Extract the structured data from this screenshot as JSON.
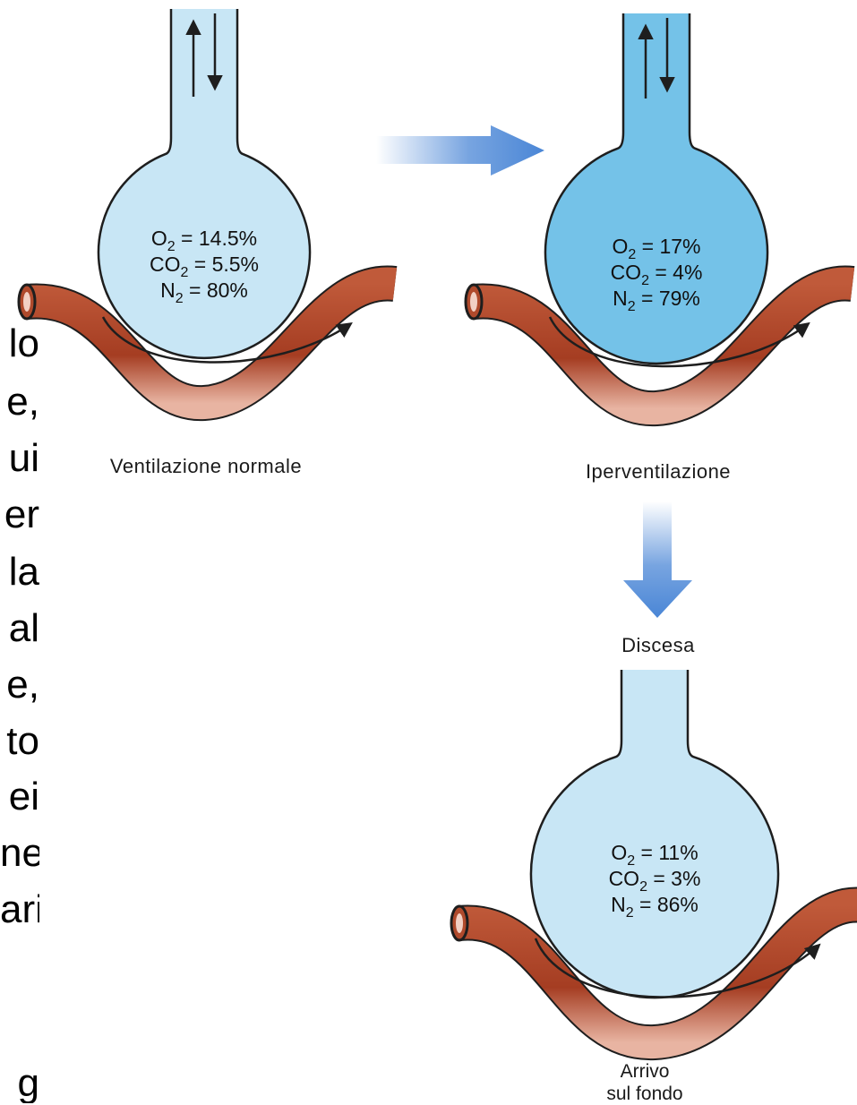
{
  "clipped_text": [
    "lo",
    "e,",
    "ui",
    "er",
    "la",
    "al",
    "e,",
    "to",
    "ei",
    "ne",
    "ari",
    "g"
  ],
  "stages": [
    {
      "caption": "Ventilazione normale",
      "gases": [
        {
          "name": "O",
          "sub": "2",
          "value": "= 14.5%"
        },
        {
          "name": "CO",
          "sub": "2",
          "value": "= 5.5%"
        },
        {
          "name": "N",
          "sub": "2",
          "value": "= 80%"
        }
      ],
      "fill": "#c8e6f5",
      "flow_arrows": "in-out"
    },
    {
      "caption": "Iperventilazione",
      "gases": [
        {
          "name": "O",
          "sub": "2",
          "value": "= 17%"
        },
        {
          "name": "CO",
          "sub": "2",
          "value": "= 4%"
        },
        {
          "name": "N",
          "sub": "2",
          "value": "= 79%"
        }
      ],
      "fill": "#74c2e8",
      "flow_arrows": "in-out"
    },
    {
      "caption_lines": [
        "Arrivo",
        "sul fondo"
      ],
      "gases": [
        {
          "name": "O",
          "sub": "2",
          "value": "= 11%"
        },
        {
          "name": "CO",
          "sub": "2",
          "value": "= 3%"
        },
        {
          "name": "N",
          "sub": "2",
          "value": "= 86%"
        }
      ],
      "fill": "#c8e6f5",
      "flow_arrows": "none"
    }
  ],
  "transition_label": "Discesa",
  "colors": {
    "outline": "#1e1e1e",
    "vessel_fill": "#b04a2c",
    "vessel_light": "#f2d0c4",
    "arrow_blue": "#4a86d6"
  }
}
